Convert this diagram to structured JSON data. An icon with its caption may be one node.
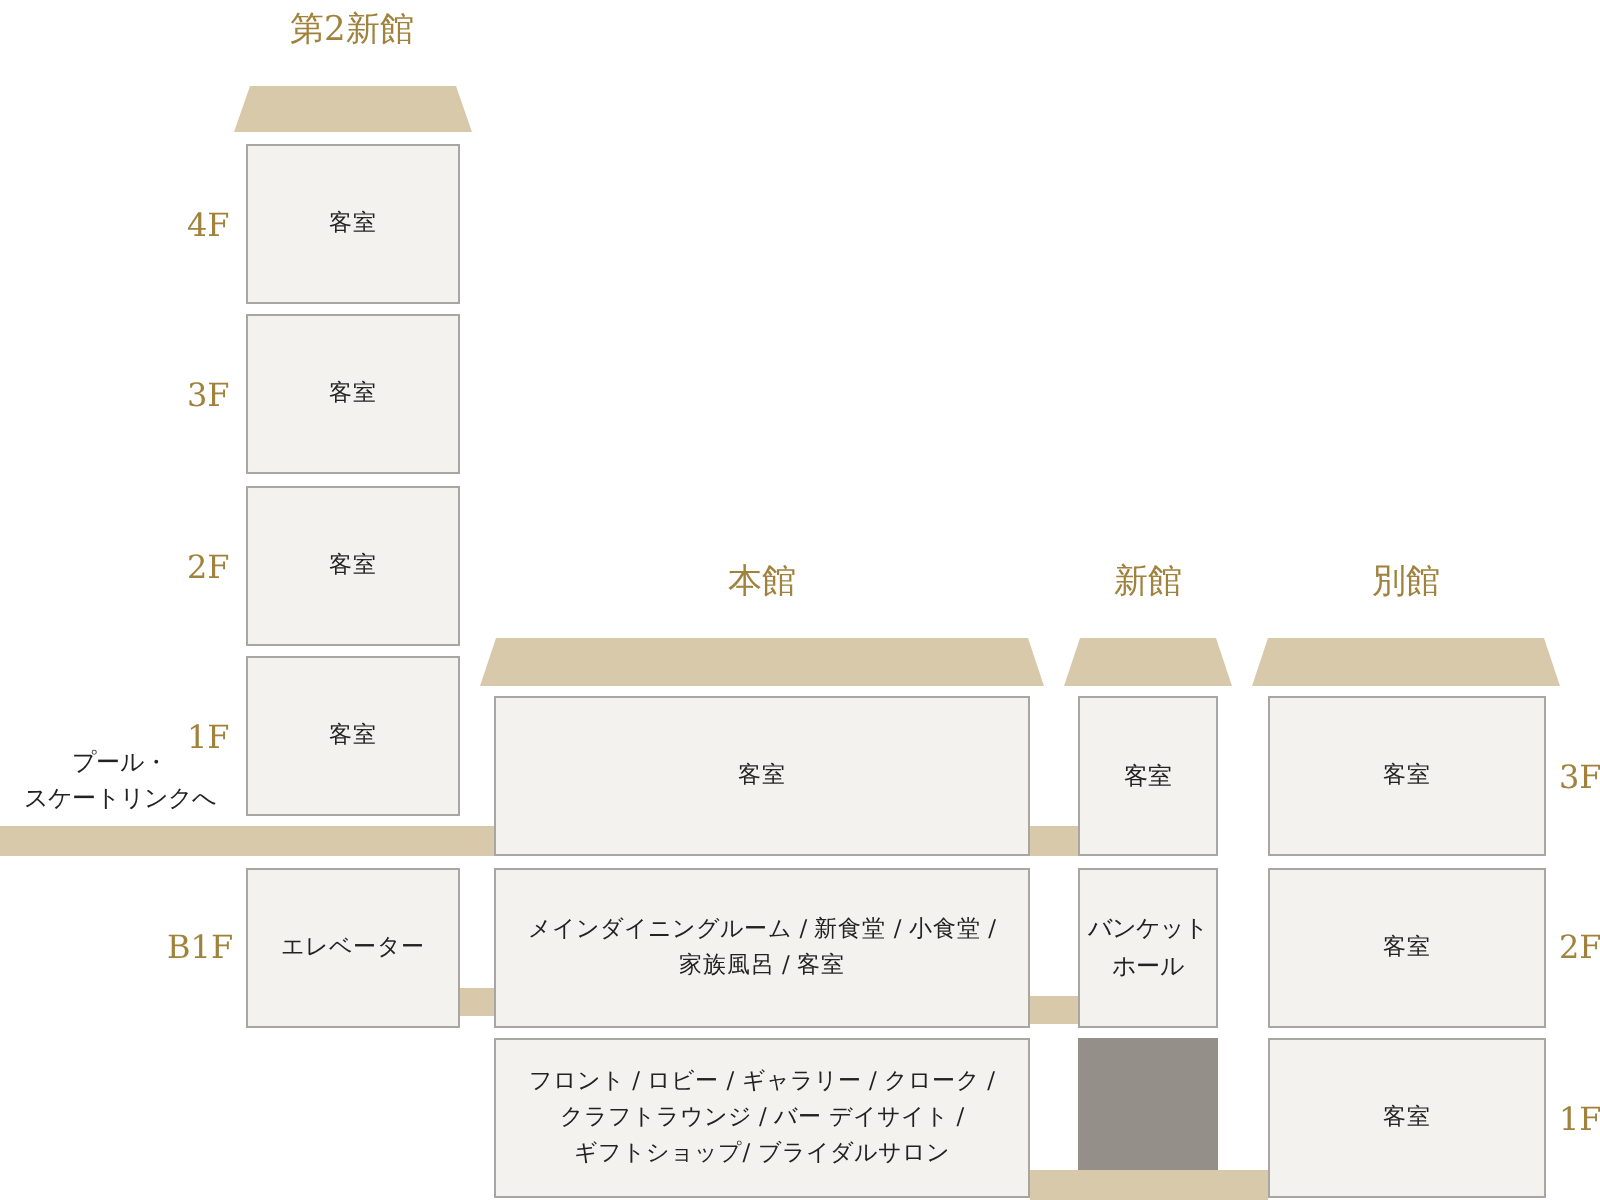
{
  "diagram": {
    "nodes": [
      {
        "text": [
          "客室"
        ]
      },
      {
        "text": [
          "客室"
        ]
      },
      {
        "text": [
          "客室"
        ]
      },
      {
        "text": [
          "客室"
        ]
      },
      {
        "text": [
          "エレベーター"
        ]
      },
      {
        "text": [
          "客室"
        ]
      },
      {
        "text": [
          "メインダイニングルーム / 新食堂 / 小食堂 / 家族風呂 / 客室"
        ]
      },
      {
        "text": [
          "フロント / ロビー / ギャラリー / クローク / クラフトラウンジ / バー デイサイト / ギフトショップ/ ブライダルサロン"
        ]
      },
      {
        "text": [
          "客室"
        ]
      },
      {
        "text": [
          "バンケットホール"
        ]
      },
      {
        "text": [],
        "shape": "box"
      },
      {
        "text": [
          "客室"
        ]
      },
      {
        "text": [
          "客室"
        ]
      },
      {
        "text": [
          "客室"
        ]
      }
    ],
    "labels": [
      "第2新館",
      "4F",
      "3F",
      "2F",
      "本館",
      "新館",
      "別館",
      "1F",
      "プール・スケートリンクへ",
      "3F",
      "B1F",
      "2F",
      "1F"
    ]
  }
}
